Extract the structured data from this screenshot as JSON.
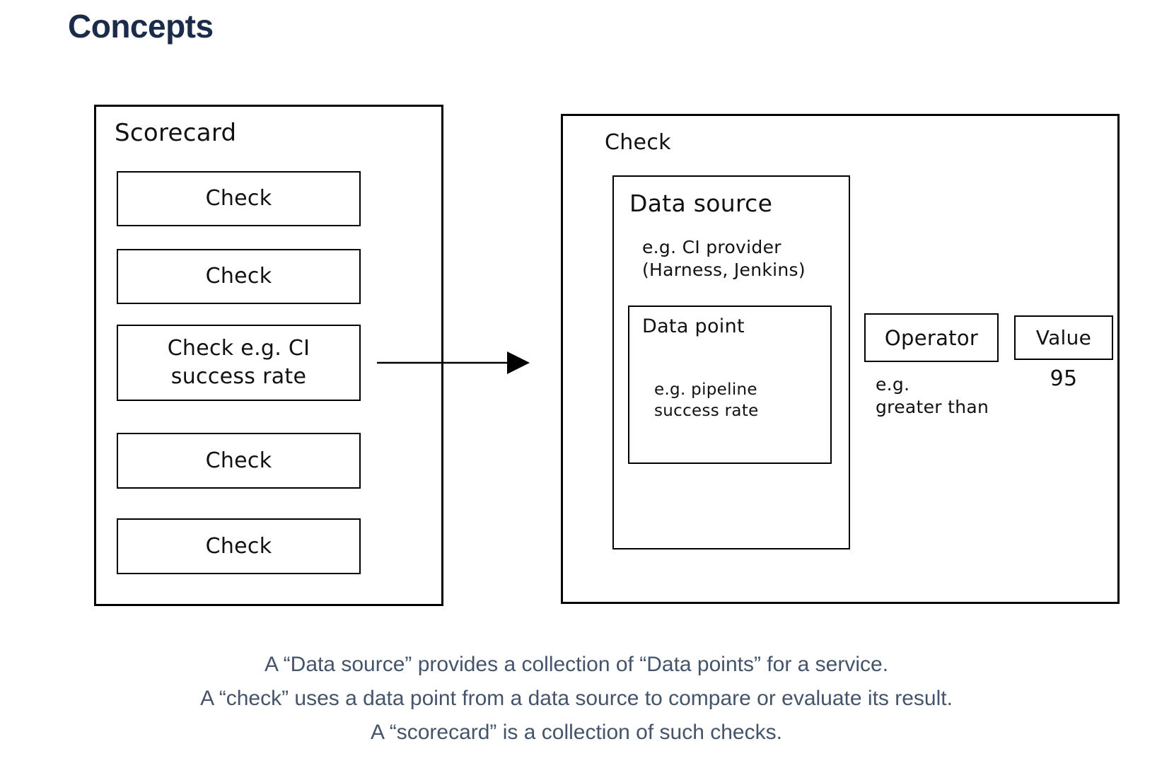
{
  "header": {
    "title": "Concepts"
  },
  "diagram": {
    "scorecard": {
      "label": "Scorecard",
      "checks": [
        "Check",
        "Check",
        "Check e.g. CI success rate",
        "Check",
        "Check"
      ]
    },
    "arrow_icon": "arrow-right-icon",
    "check_detail": {
      "label": "Check",
      "data_source": {
        "label": "Data source",
        "example_lines": [
          "e.g. CI provider",
          "(Harness, Jenkins)"
        ],
        "data_point": {
          "label": "Data point",
          "example_lines": [
            "e.g. pipeline",
            "success rate"
          ]
        }
      },
      "operator": {
        "label": "Operator",
        "example_lines": [
          "e.g.",
          "greater than"
        ]
      },
      "value": {
        "label": "Value",
        "example": "95"
      }
    }
  },
  "caption": {
    "lines": [
      "A “Data source” provides a collection of “Data points” for a service.",
      "A “check” uses a data point from a data source to compare or evaluate its result.",
      "A “scorecard” is a collection of such checks."
    ]
  },
  "colors": {
    "title": "#1b2b4a",
    "caption_text": "#44546a",
    "diagram_ink": "#000000",
    "background": "#ffffff"
  }
}
